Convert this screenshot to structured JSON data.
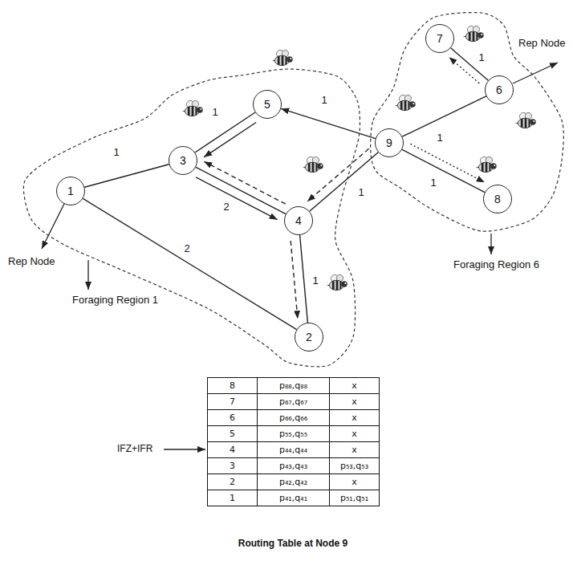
{
  "diagram": {
    "nodes": [
      {
        "text": [
          "Foraging Region 1"
        ]
      },
      {
        "text": [
          "1"
        ],
        "in": 0
      },
      {
        "text": [
          "2"
        ],
        "in": 0
      },
      {
        "text": [
          "3"
        ],
        "in": 0
      },
      {
        "text": [
          "4"
        ],
        "in": 0
      },
      {
        "text": [
          "5"
        ],
        "in": 0
      },
      {
        "text": [
          "9"
        ]
      },
      {
        "text": [
          "Foraging Region 6"
        ]
      },
      {
        "text": [
          "6"
        ],
        "in": 7
      },
      {
        "text": [
          "7"
        ],
        "in": 7
      },
      {
        "text": [
          "8"
        ],
        "in": 7
      }
    ],
    "edges": [
      {
        "from": 1,
        "to": 3,
        "arrow": "none",
        "label": "1"
      },
      {
        "from": 1,
        "to": 2,
        "arrow": "none",
        "label": "2"
      },
      {
        "from": 3,
        "to": 5,
        "arrow": "none",
        "label": "1"
      },
      {
        "from": 3,
        "to": 4,
        "arrow": "none",
        "label": "2"
      },
      {
        "from": 4,
        "to": 2,
        "arrow": "none",
        "label": "1"
      },
      {
        "from": 6,
        "to": 5,
        "arrow": "to",
        "label": "1"
      },
      {
        "from": 4,
        "to": 6,
        "arrow": "none",
        "label": "1"
      },
      {
        "from": 6,
        "to": 8,
        "arrow": "none",
        "label": "1"
      },
      {
        "from": 8,
        "to": 9,
        "arrow": "none",
        "label": "1"
      },
      {
        "from": 6,
        "to": 10,
        "arrow": "none",
        "label": "1"
      },
      {
        "from": 5,
        "to": 3,
        "arrow": "to"
      },
      {
        "from": 3,
        "to": 4,
        "arrow": "to"
      },
      {
        "from": 4,
        "to": 3,
        "arrow": "to"
      },
      {
        "from": 6,
        "to": 4,
        "arrow": "to"
      },
      {
        "from": 4,
        "to": 2,
        "arrow": "to"
      },
      {
        "from": 8,
        "to": 9,
        "arrow": "to"
      },
      {
        "from": 6,
        "to": 10,
        "arrow": "to"
      }
    ],
    "labels": [
      "Rep Node",
      "Rep Node",
      "IFZ+IFR",
      "8",
      "p₈₈,q₈₈",
      "x",
      "7",
      "p₆₇,q₆₇",
      "x",
      "6",
      "p₆₆,q₆₆",
      "x",
      "5",
      "p₅₅,q₅₅",
      "x",
      "4",
      "p₄₄,q₄₄",
      "x",
      "3",
      "p₄₃,q₄₃",
      "p₅₃,q₅₃",
      "2",
      "p₄₂,q₄₂",
      "x",
      "1",
      "p₄₁,q₄₁",
      "p₅₁,q₅₁",
      "Routing Table at Node 9"
    ]
  }
}
